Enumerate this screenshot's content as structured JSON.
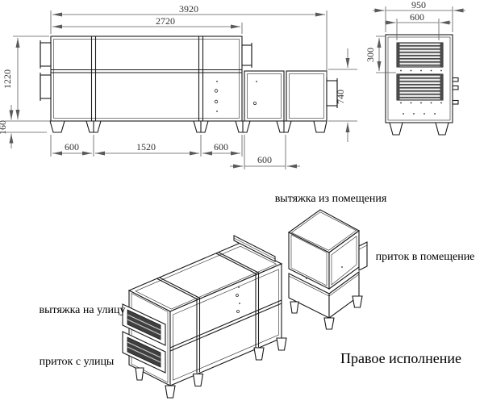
{
  "colors": {
    "line": "#1a1a1a",
    "dim_line": "#5a5a5a",
    "background": "#ffffff",
    "louver_dark": "#4a4a4a"
  },
  "front_view": {
    "dims": {
      "length_total": "3920",
      "tall_section_length": "2720",
      "body_height": "1220",
      "feet_height": "160",
      "segment_1": "600",
      "segment_2": "1520",
      "segment_3": "600",
      "segment_4": "600",
      "right_section_height": "740"
    }
  },
  "side_view": {
    "dims": {
      "depth_total": "950",
      "grille_width": "600",
      "grille_offset": "300"
    }
  },
  "iso_view": {
    "labels": {
      "exhaust_from_room": "вытяжка из помещения",
      "supply_to_room": "приток в помещение",
      "exhaust_to_street": "вытяжка на улицу",
      "supply_from_street": "приток с улицы"
    },
    "caption": "Правое исполнение"
  }
}
